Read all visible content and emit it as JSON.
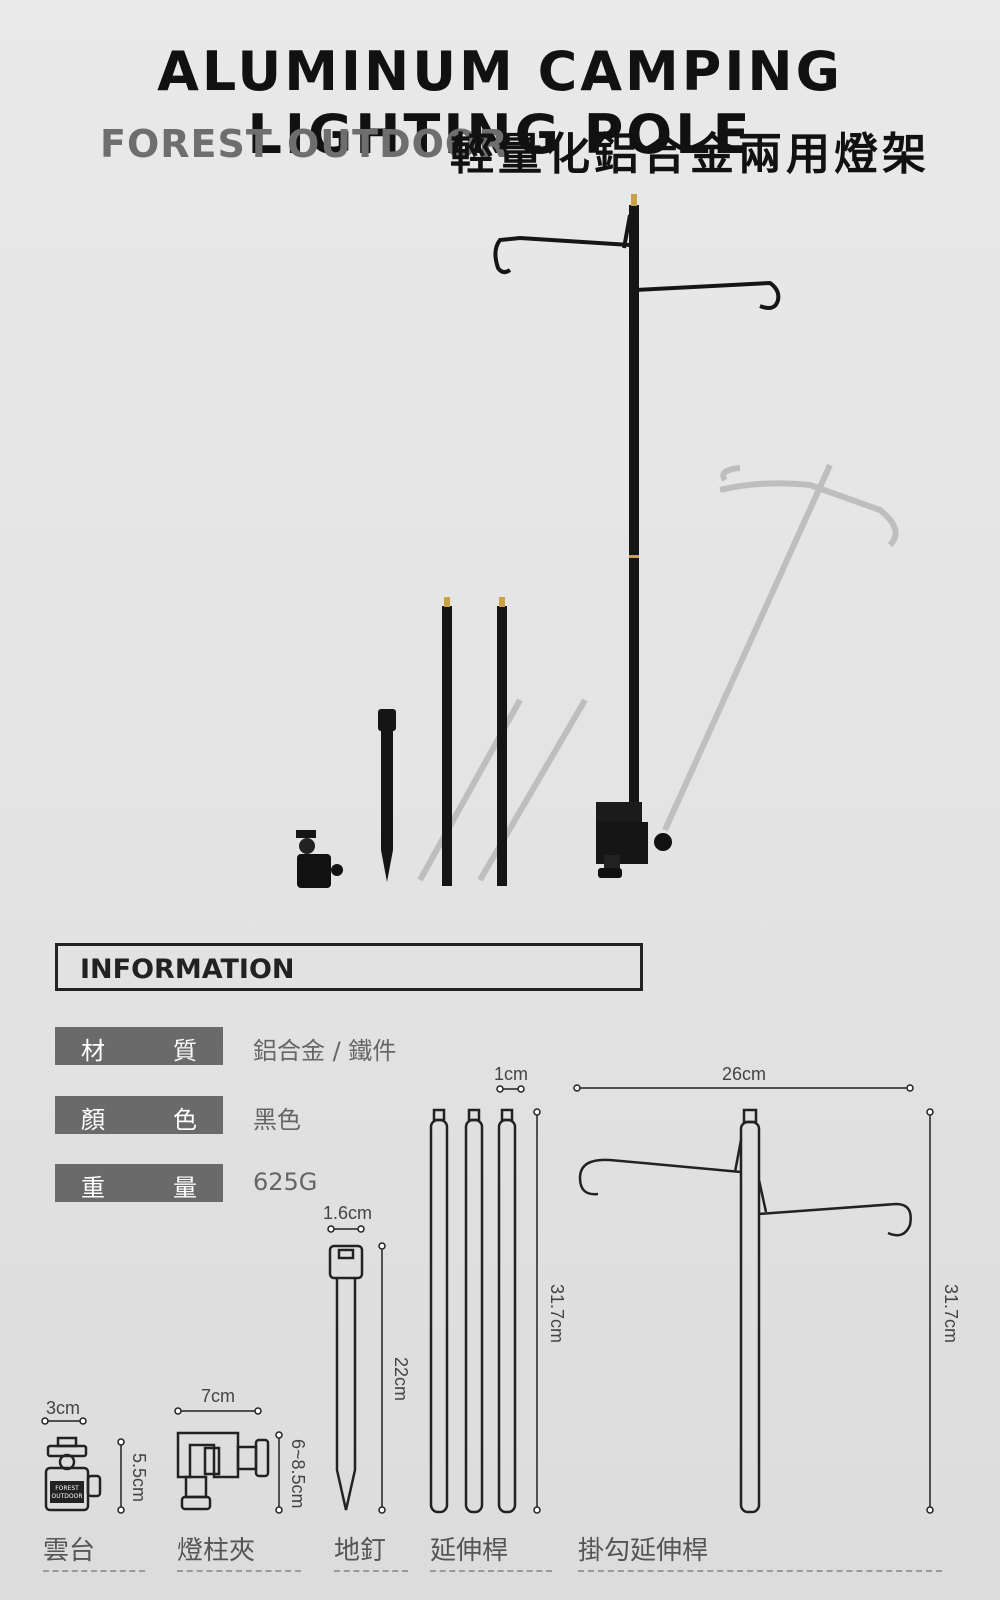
{
  "header": {
    "title": "ALUMINUM CAMPING LIGHTING POLE",
    "brand": "FOREST OUTDOOR",
    "subtitle_cn": "輕量化鋁合金兩用燈架"
  },
  "info": {
    "heading": "INFORMATION",
    "specs": [
      {
        "label_a": "材",
        "label_b": "質",
        "value": "鋁合金 / 鐵件"
      },
      {
        "label_a": "顏",
        "label_b": "色",
        "value": "黑色"
      },
      {
        "label_a": "重",
        "label_b": "量",
        "value": "625G"
      }
    ]
  },
  "dimensions": {
    "ballhead_w": "3cm",
    "ballhead_h": "5.5cm",
    "clamp_w": "7cm",
    "clamp_h": "6~8.5cm",
    "stake_w": "1.6cm",
    "stake_h": "22cm",
    "ext_w": "1cm",
    "ext_h": "31.7cm",
    "hook_w": "26cm",
    "hook_h": "31.7cm"
  },
  "parts": [
    "雲台",
    "燈柱夾",
    "地釘",
    "延伸桿",
    "掛勾延伸桿"
  ],
  "badge": {
    "line1": "FOREST",
    "line2": "OUTDOOR"
  },
  "colors": {
    "pole": "#151515",
    "brass": "#c9a343",
    "label_bg": "#6a6a6a",
    "dim_text": "#666666"
  }
}
